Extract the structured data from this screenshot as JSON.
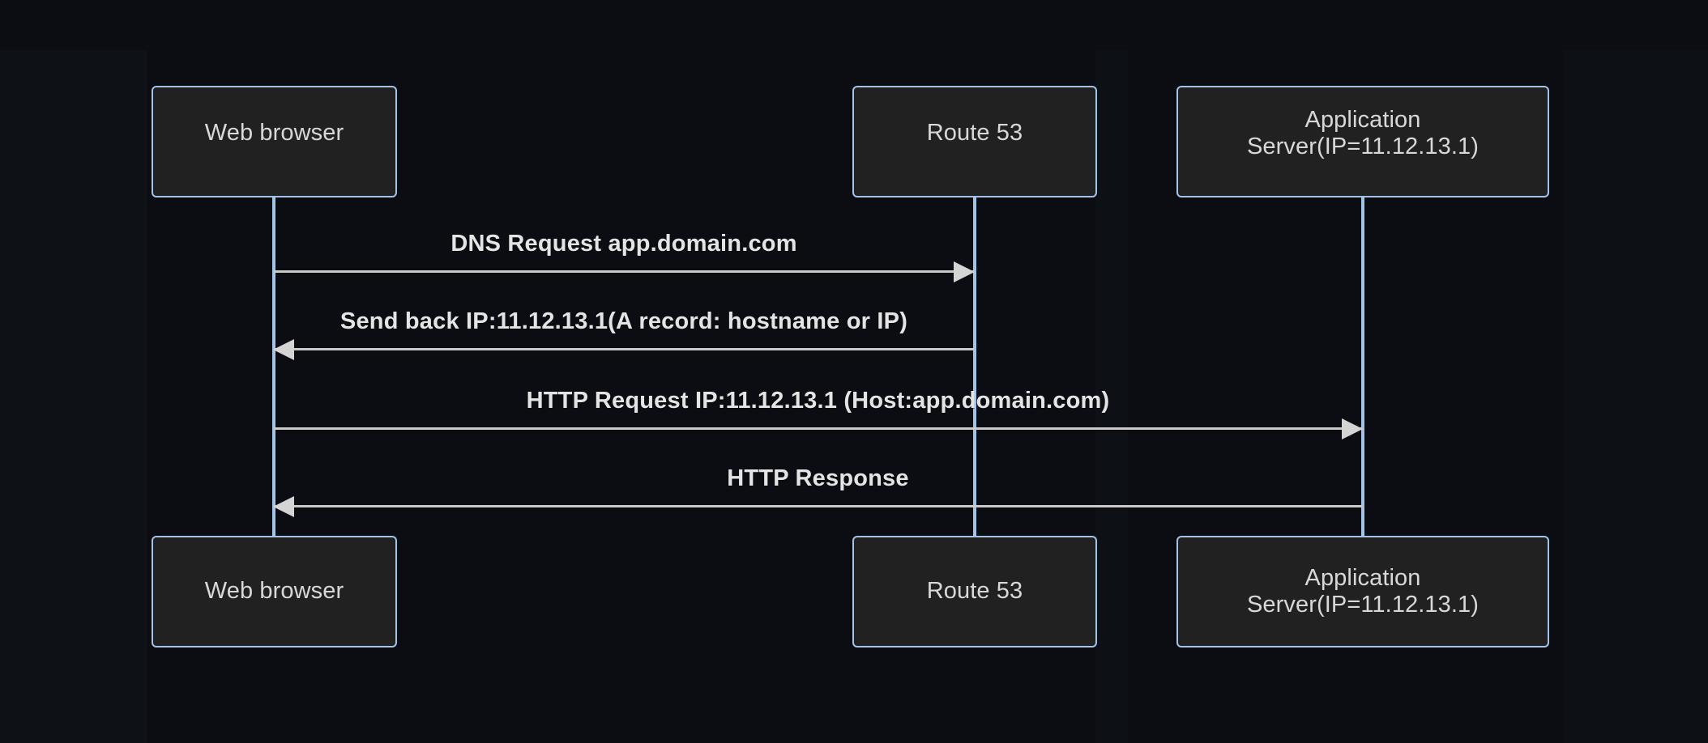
{
  "diagram": {
    "type": "sequence-diagram",
    "title": "DNS resolution and HTTP request flow",
    "background_color": "#0b0d12",
    "box_fill_color": "#212121",
    "box_border_color": "#a3c4e8",
    "lifeline_color": "#a3c4e8",
    "message_color": "#c9c9c9",
    "text_color": "#d8d8d8"
  },
  "participants": [
    {
      "id": "browser",
      "label": "Web browser"
    },
    {
      "id": "route53",
      "label": "Route 53"
    },
    {
      "id": "appserver",
      "label": "Application Server(IP=11.12.13.1)"
    }
  ],
  "messages": [
    {
      "index": 1,
      "label": "DNS Request app.domain.com",
      "from": "browser",
      "to": "route53",
      "direction": "right"
    },
    {
      "index": 2,
      "label": "Send back IP:11.12.13.1(A record: hostname or IP)",
      "from": "route53",
      "to": "browser",
      "direction": "left"
    },
    {
      "index": 3,
      "label": "HTTP Request IP:11.12.13.1 (Host:app.domain.com)",
      "from": "browser",
      "to": "appserver",
      "direction": "right"
    },
    {
      "index": 4,
      "label": "HTTP Response",
      "from": "appserver",
      "to": "browser",
      "direction": "left"
    }
  ]
}
